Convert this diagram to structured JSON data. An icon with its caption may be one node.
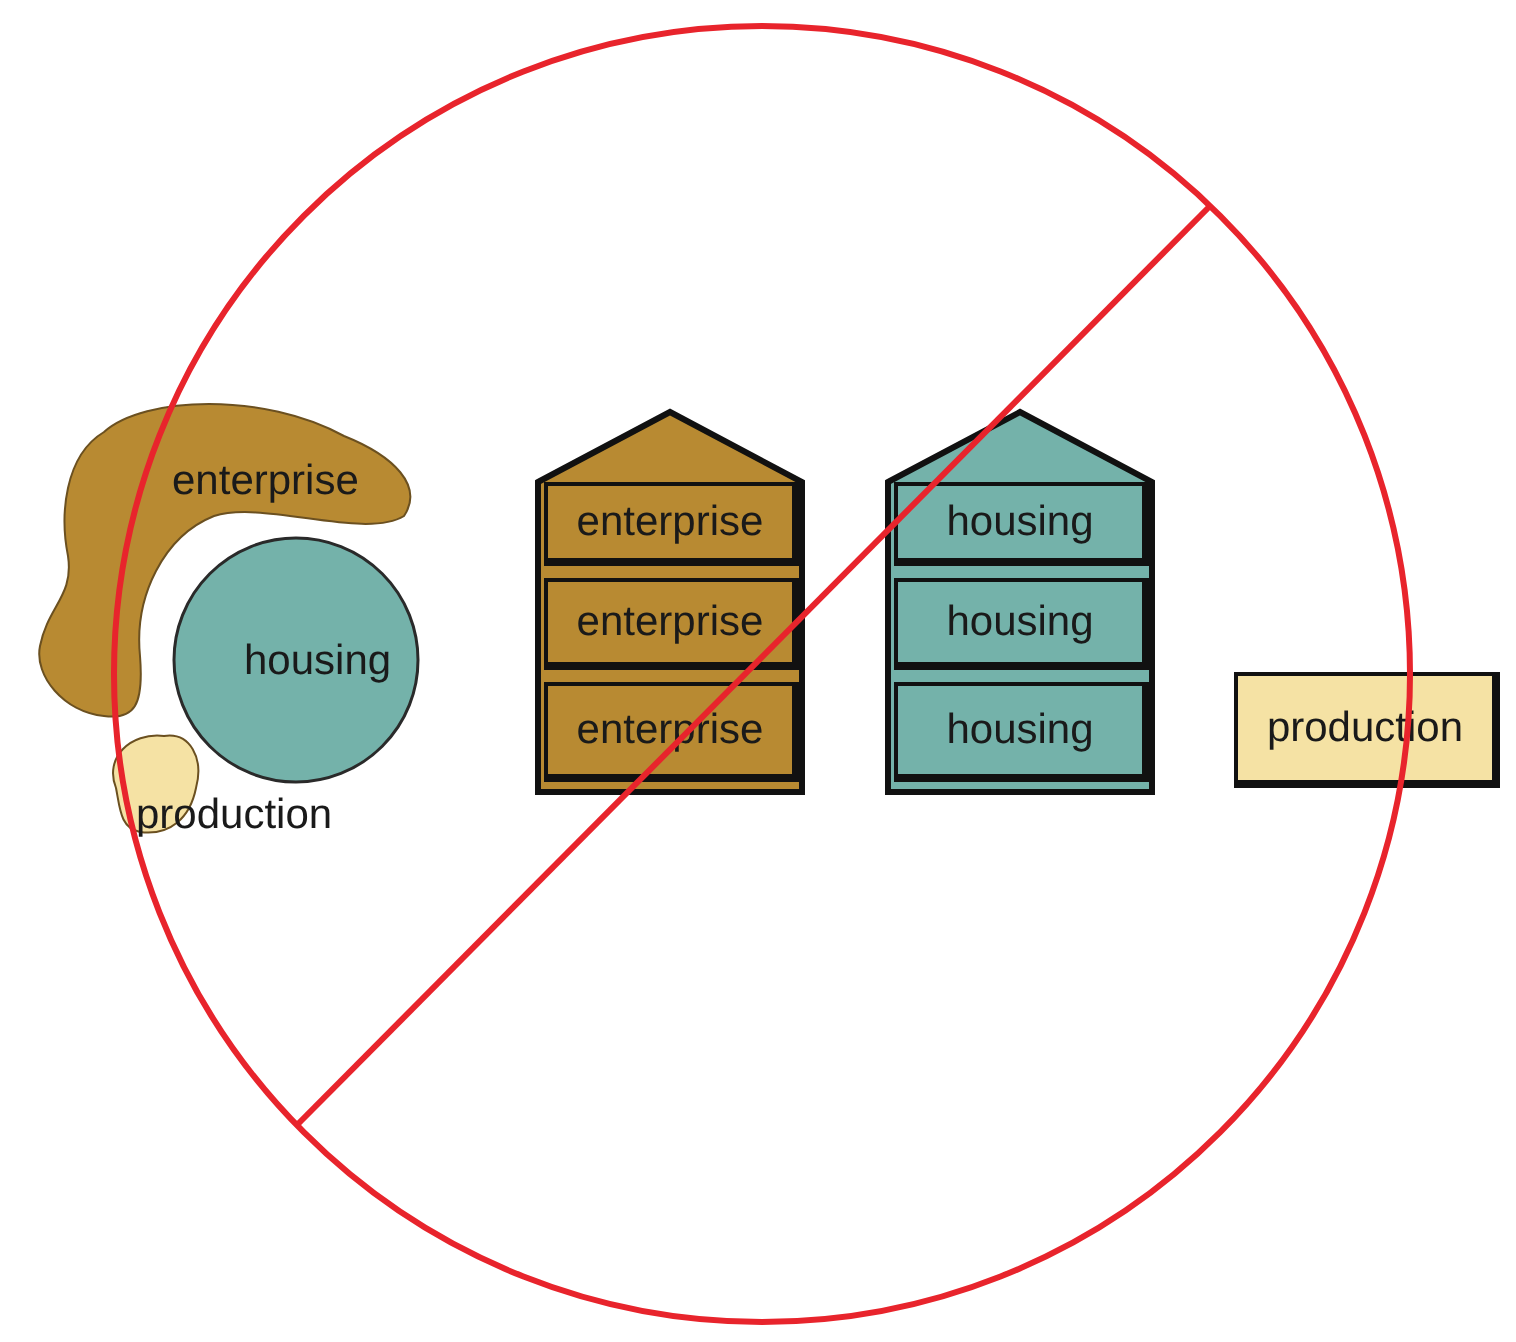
{
  "diagram": {
    "nodes": [
      {
        "text": [
          "enterprise"
        ]
      },
      {
        "text": [
          "housing"
        ]
      },
      {
        "text": [
          "production"
        ]
      },
      {
        "text": [],
        "shape": "house"
      },
      {
        "text": [
          "enterprise"
        ],
        "in": 3
      },
      {
        "text": [
          "enterprise"
        ],
        "in": 3
      },
      {
        "text": [
          "enterprise"
        ],
        "in": 3
      },
      {
        "text": [],
        "shape": "house"
      },
      {
        "text": [
          "housing"
        ],
        "in": 7
      },
      {
        "text": [
          "housing"
        ],
        "in": 7
      },
      {
        "text": [
          "housing"
        ],
        "in": 7
      },
      {
        "text": [
          "production"
        ]
      }
    ]
  }
}
